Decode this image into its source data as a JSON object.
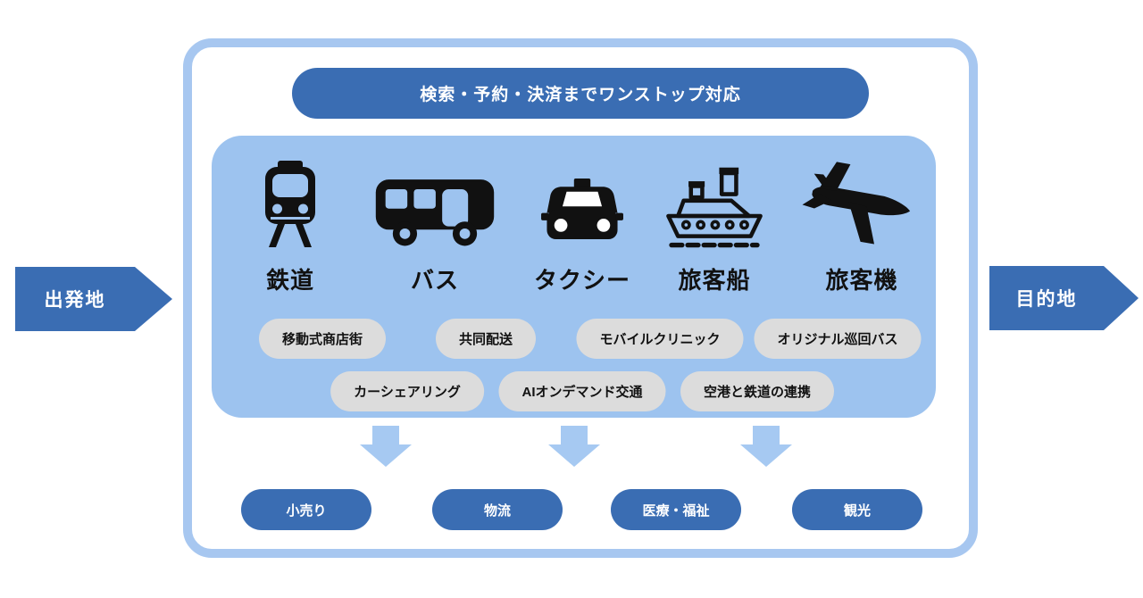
{
  "title": "MaaSワンストップ概念図",
  "colors": {
    "primary_blue": "#3A6DB3",
    "panel_light_blue": "#9DC3EF",
    "outer_border_blue": "#A7C7F0",
    "down_arrow_blue": "#A6C9F2",
    "service_pill_gray": "#DCDCDC",
    "text_dark": "#1A1A1A",
    "text_white": "#FFFFFF"
  },
  "header": {
    "label": "検索・予約・決済までワンストップ対応"
  },
  "endpoints": {
    "origin": "出発地",
    "destination": "目的地"
  },
  "modes": [
    {
      "label": "鉄道",
      "icon": "train-icon"
    },
    {
      "label": "バス",
      "icon": "bus-icon"
    },
    {
      "label": "タクシー",
      "icon": "taxi-icon"
    },
    {
      "label": "旅客船",
      "icon": "ship-icon"
    },
    {
      "label": "旅客機",
      "icon": "plane-icon"
    }
  ],
  "services": {
    "row1": [
      "移動式商店街",
      "共同配送",
      "モバイルクリニック",
      "オリジナル巡回バス"
    ],
    "row2": [
      "カーシェアリング",
      "AIオンデマンド交通",
      "空港と鉄道の連携"
    ]
  },
  "sectors": [
    "小売り",
    "物流",
    "医療・福祉",
    "観光"
  ]
}
